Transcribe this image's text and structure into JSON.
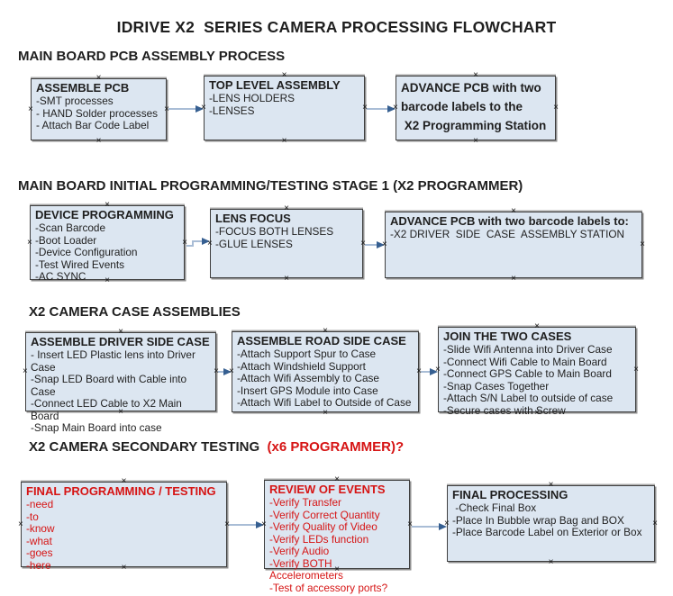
{
  "title": "IDRIVE X2  SERIES CAMERA PROCESSING FLOWCHART",
  "colors": {
    "box_fill": "#dce6f1",
    "box_border": "#3f3f3f",
    "arrow_line": "#a9bdd6",
    "arrow_head": "#365f91",
    "red_text": "#d61414",
    "black_text": "#1f1f1f"
  },
  "sections": [
    {
      "header": "MAIN BOARD PCB ASSEMBLY PROCESS",
      "boxes": [
        {
          "title": "ASSEMBLE PCB",
          "items": [
            "-SMT processes",
            "- HAND Solder processes",
            "- Attach Bar Code Label"
          ],
          "text_color": "#1f1f1f"
        },
        {
          "title": "TOP LEVEL ASSEMBLY",
          "items": [
            "-LENS HOLDERS",
            "-LENSES"
          ],
          "text_color": "#1f1f1f"
        },
        {
          "title": "ADVANCE PCB with two barcode labels to the\n X2 Programming Station",
          "items": [],
          "text_color": "#1f1f1f"
        }
      ]
    },
    {
      "header": "MAIN BOARD INITIAL PROGRAMMING/TESTING STAGE 1 (X2 PROGRAMMER)",
      "boxes": [
        {
          "title": "DEVICE PROGRAMMING",
          "items": [
            "-Scan Barcode",
            "-Boot Loader",
            "-Device Configuration",
            "-Test Wired Events",
            "-AC SYNC"
          ],
          "text_color": "#1f1f1f"
        },
        {
          "title": "LENS FOCUS",
          "items": [
            "-FOCUS BOTH LENSES",
            "-GLUE LENSES"
          ],
          "text_color": "#1f1f1f"
        },
        {
          "title": "ADVANCE PCB with two barcode labels to:",
          "items": [
            "-X2 DRIVER  SIDE  CASE  ASSEMBLY STATION"
          ],
          "text_color": "#1f1f1f"
        }
      ]
    },
    {
      "header": "X2 CAMERA CASE ASSEMBLIES",
      "boxes": [
        {
          "title": "ASSEMBLE DRIVER SIDE CASE",
          "items": [
            "- Insert LED Plastic lens into Driver Case",
            "-Snap LED Board with Cable into Case",
            "-Connect LED Cable to X2 Main Board",
            "-Snap Main Board into case"
          ],
          "text_color": "#1f1f1f"
        },
        {
          "title": "ASSEMBLE ROAD SIDE CASE",
          "items": [
            "-Attach Support Spur to Case",
            "-Attach Windshield Support",
            "-Attach Wifi Assembly to Case",
            "-Insert GPS Module into Case",
            "-Attach Wifi Label to Outside of Case"
          ],
          "text_color": "#1f1f1f"
        },
        {
          "title": "JOIN THE TWO CASES",
          "items": [
            "-Slide Wifi Antenna into Driver Case",
            "-Connect Wifi Cable to Main Board",
            "-Connect GPS Cable to Main Board",
            "-Snap Cases Together",
            "-Attach S/N Label to outside of case",
            "-Secure cases with Screw"
          ],
          "text_color": "#1f1f1f"
        }
      ]
    },
    {
      "header": "X2 CAMERA SECONDARY TESTING  ",
      "header_red": "(x6 PROGRAMMER)?",
      "boxes": [
        {
          "title": "FINAL PROGRAMMING / TESTING",
          "items": [
            "-need",
            "-to",
            "-know",
            "-what",
            "-goes",
            "-here"
          ],
          "text_color": "#d61414"
        },
        {
          "title": "REVIEW OF EVENTS",
          "items": [
            "-Verify Transfer",
            "-Verify Correct Quantity",
            "-Verify Quality of Video",
            "-Verify LEDs function",
            "-Verify Audio",
            "-Verify BOTH Accelerometers",
            "-Test of accessory ports?"
          ],
          "text_color": "#d61414"
        },
        {
          "title": "FINAL PROCESSING",
          "items": [
            " -Check Final Box",
            "-Place In Bubble wrap Bag and BOX",
            "-Place Barcode Label on Exterior or Box"
          ],
          "text_color": "#1f1f1f"
        }
      ]
    }
  ]
}
